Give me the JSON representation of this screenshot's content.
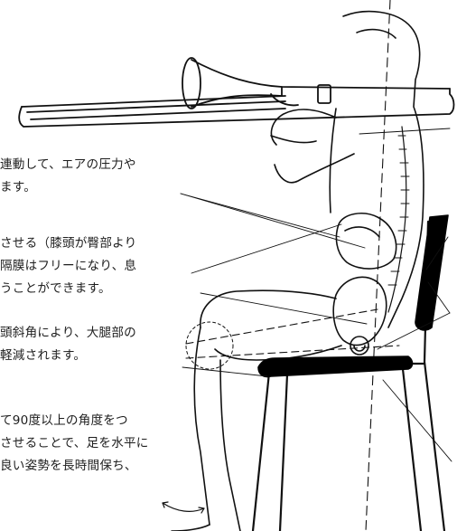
{
  "annotations": [
    {
      "id": "breathing",
      "lines": [
        "連動して、エアの圧力や",
        "ます。"
      ]
    },
    {
      "id": "diaphragm",
      "lines": [
        "させる（膝頭が臀部より",
        "隔膜はフリーになり、息",
        "うことができます。"
      ]
    },
    {
      "id": "thigh",
      "lines": [
        "頭斜角により、大腿部の",
        "軽減されます。"
      ]
    },
    {
      "id": "legs",
      "lines": [
        "て90度以上の角度をつ",
        "させることで、足を水平に",
        "良い姿勢を長時間保ち、"
      ]
    }
  ]
}
